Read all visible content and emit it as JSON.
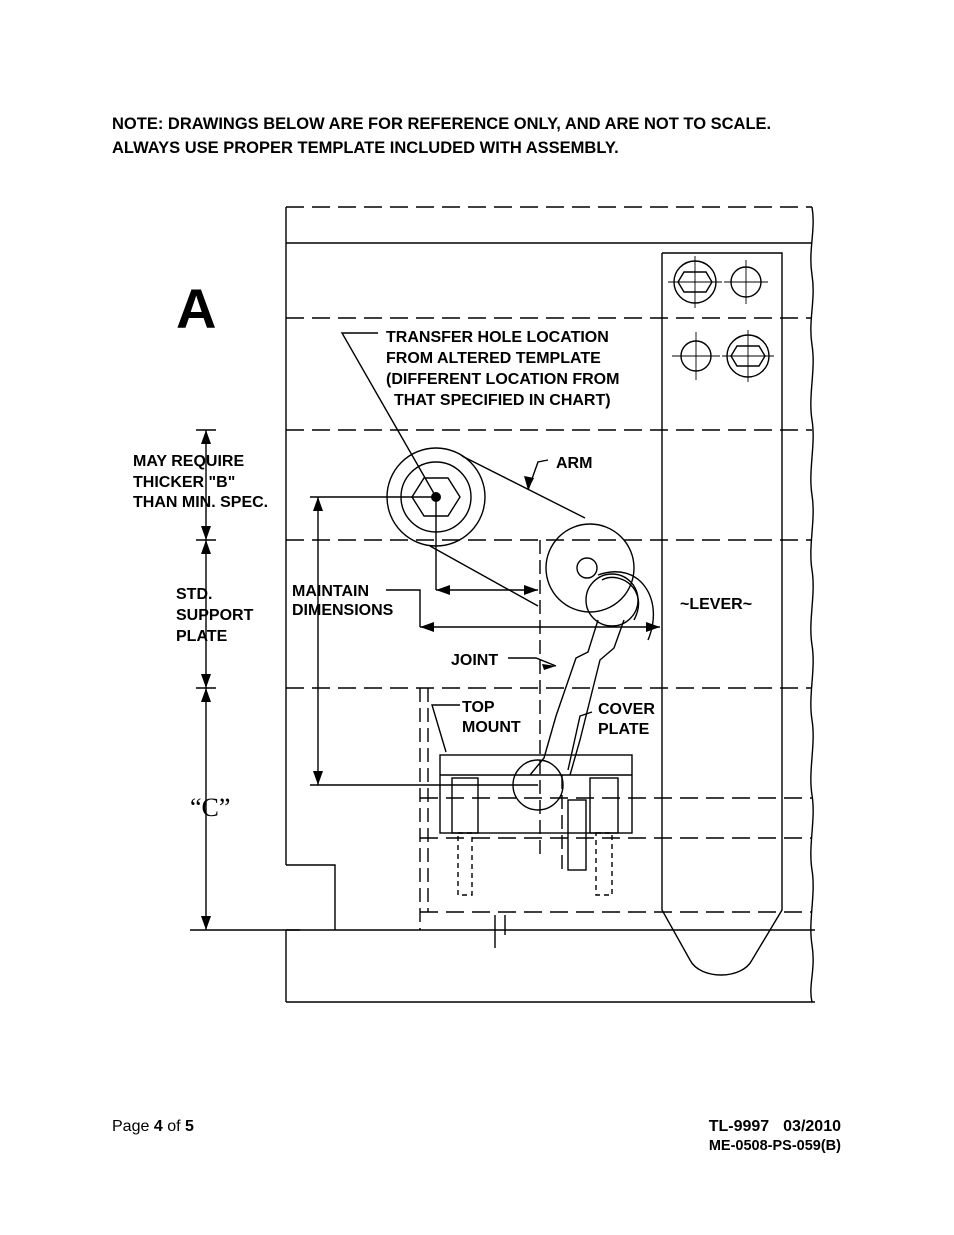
{
  "note": {
    "line1": "NOTE:  DRAWINGS BELOW ARE FOR REFERENCE ONLY, AND ARE NOT TO SCALE.",
    "line2": "ALWAYS USE PROPER TEMPLATE INCLUDED WITH ASSEMBLY."
  },
  "drawing": {
    "figure_letter": "A",
    "callout_transfer": [
      "TRANSFER HOLE LOCATION",
      "FROM ALTERED TEMPLATE",
      "(DIFFERENT LOCATION FROM",
      "THAT SPECIFIED IN CHART)"
    ],
    "callout_may_require": [
      "MAY REQUIRE",
      "THICKER \"B\"",
      "THAN MIN. SPEC."
    ],
    "callout_std": [
      "STD.",
      "SUPPORT",
      "PLATE"
    ],
    "callout_maintain": [
      "MAINTAIN",
      "DIMENSIONS"
    ],
    "label_arm": "ARM",
    "label_lever": "~LEVER~",
    "label_joint": "JOINT",
    "callout_top_mount": [
      "TOP",
      "MOUNT"
    ],
    "callout_cover_plate": [
      "COVER",
      "PLATE"
    ],
    "label_c": "“C”"
  },
  "footer": {
    "page_word": "Page",
    "page_num": "4",
    "of_word": "of",
    "page_total": "5",
    "doc_id": "TL-9997",
    "doc_date": "03/2010",
    "doc_ref": "ME-0508-PS-059(B)"
  }
}
